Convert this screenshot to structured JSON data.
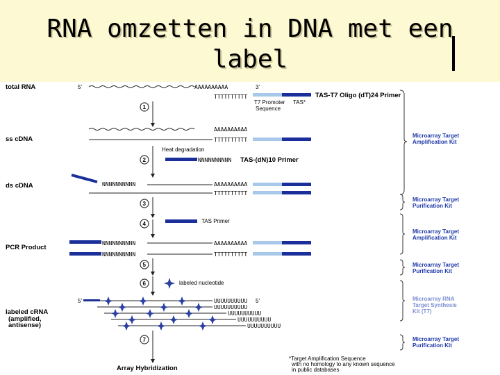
{
  "slide": {
    "title_line1": "RNA omzetten in DNA met een",
    "title_line2": "label"
  },
  "rows": [
    {
      "label": "total RNA"
    },
    {
      "label": "ss cDNA"
    },
    {
      "label": "ds cDNA"
    },
    {
      "label": "PCR Product"
    },
    {
      "label": "labeled cRNA"
    },
    {
      "label": "(amplified,"
    },
    {
      "label": "antisense)"
    },
    {
      "label": "Array Hybridization"
    }
  ],
  "steps": [
    "1",
    "2",
    "3",
    "4",
    "5",
    "6",
    "7"
  ],
  "ends": {
    "five": "5'",
    "three": "3'"
  },
  "sequences": {
    "polyA": "AAAAAAAAAA",
    "polyT": "TTTTTTTTTT",
    "randomN": "NNNNNNNNNN",
    "polyU": "UUUUUUUUUU"
  },
  "annotations": {
    "t7_promoter_line1": "T7 Promoter",
    "t7_promoter_line2": "Sequence",
    "tas_star": "TAS*",
    "tas_t7_primer": "TAS-T7 Oligo (dT)24 Primer",
    "heat_degradation": "Heat degradation",
    "tas_dn_primer": "TAS-(dN)10 Primer",
    "tas_primer": "TAS Primer",
    "labeled_nucleotide": "labeled nucleotide"
  },
  "kits": [
    {
      "line1": "Microarray Target",
      "line2": "Amplification Kit",
      "line3": ""
    },
    {
      "line1": "Microarray Target",
      "line2": "Purification Kit",
      "line3": ""
    },
    {
      "line1": "Microarray Target",
      "line2": "Amplification Kit",
      "line3": ""
    },
    {
      "line1": "Microarray Target",
      "line2": "Purification Kit",
      "line3": ""
    },
    {
      "line1": "Microarray RNA",
      "line2": "Target Synthesis",
      "line3": "Kit (T7)"
    },
    {
      "line1": "Microarray Target",
      "line2": "Purification Kit",
      "line3": ""
    }
  ],
  "footnote": {
    "line1": "*Target Amplification Sequence",
    "line2": "with no homology to any known sequence",
    "line3": "in public databases"
  },
  "colors": {
    "title_band": "#fdf9d2",
    "primer_dark": "#1a2f9a",
    "primer_light": "#a8c8ea",
    "kit_text": "#1f3aa8",
    "kit_text_light": "#7f8fd0"
  }
}
